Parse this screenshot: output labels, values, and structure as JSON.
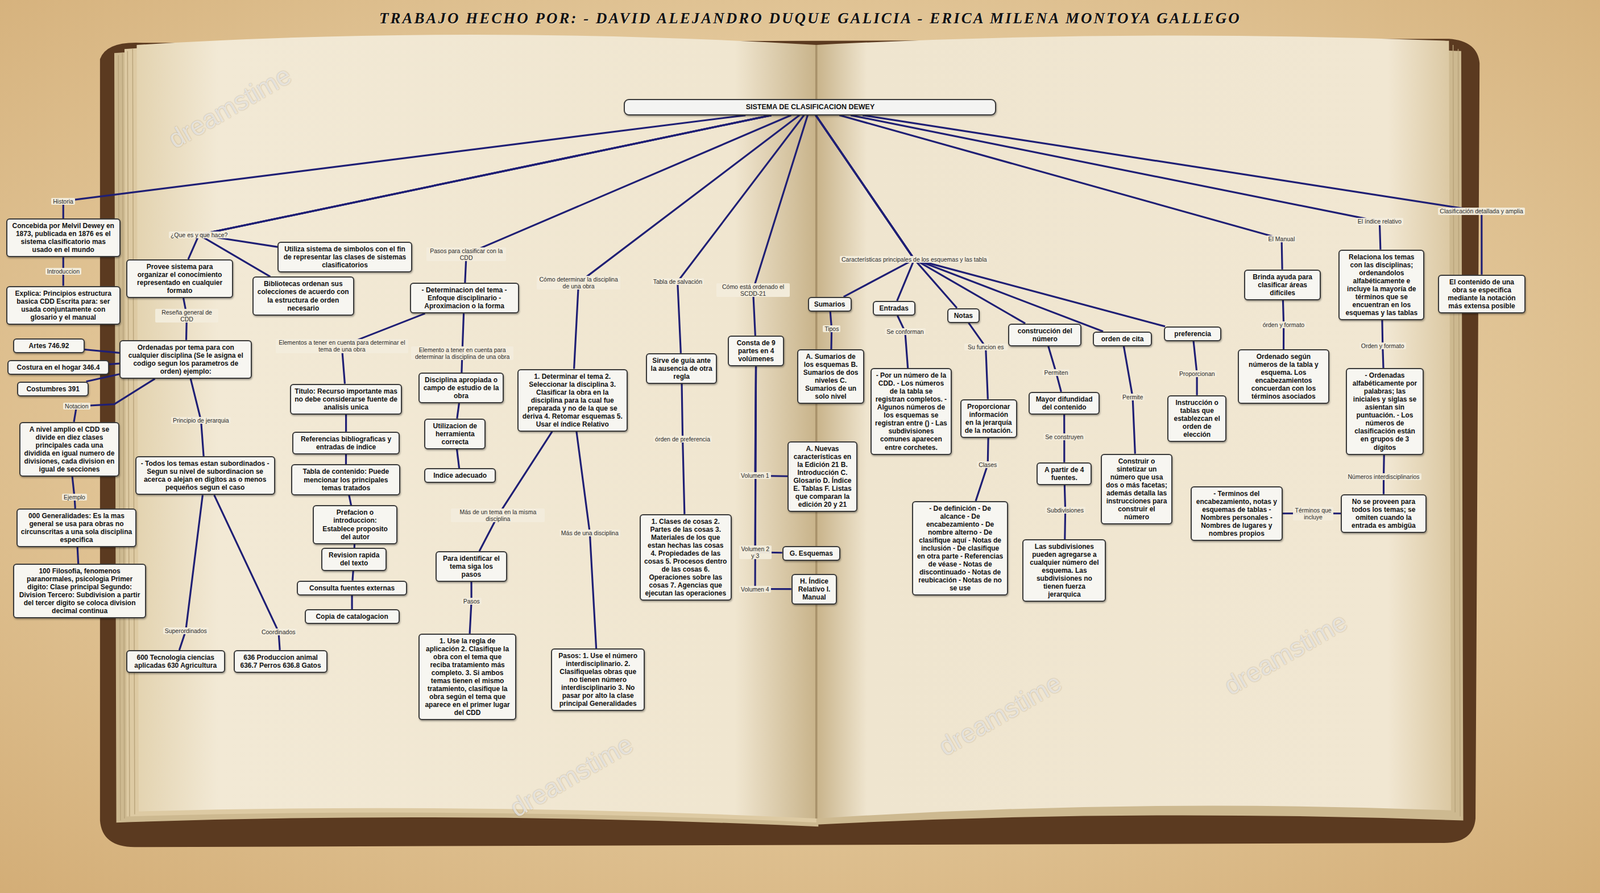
{
  "diagram": {
    "title": "TRABAJO HECHO POR: - DAVID ALEJANDRO DUQUE GALICIA - ERICA MILENA MONTOYA GALLEGO",
    "nodes": [
      {
        "text": [
          "SISTEMA DE CLASIFICACION DEWEY"
        ]
      },
      {
        "text": [
          "Concebida por Melvil Dewey en 1873, publicada en 1876 es el sistema clasificatorio mas usado en el mundo"
        ]
      },
      {
        "text": [
          "Explica: Principios estructura basica CDD Escrita para: ser usada conjuntamente con glosario y el manual"
        ]
      },
      {
        "text": [
          "Provee sistema para organizar el conocimiento representado en cualquier formato"
        ]
      },
      {
        "text": [
          "Utiliza sistema de simbolos con el fin de representar las clases de sistemas clasificatorios"
        ]
      },
      {
        "text": [
          "Bibliotecas ordenan sus colecciones de acuerdo con la estructura de orden necesario"
        ]
      },
      {
        "text": [
          "Artes 746.92"
        ]
      },
      {
        "text": [
          "Ordenadas por tema para con cualquier disciplina (Se le asigna el codigo segun los parametros de orden) ejemplo:"
        ]
      },
      {
        "text": [
          "Costura en el hogar 346.4"
        ]
      },
      {
        "text": [
          "Costumbres 391"
        ]
      },
      {
        "text": [
          "A nivel amplio el CDD se divide en diez clases principales cada una dividida en igual numero de divisiones, cada division en igual de secciones"
        ]
      },
      {
        "text": [
          "- Todos los temas estan subordinados - Segun su nivel de subordinacion se acerca o alejan en digitos as o menos pequeños segun el caso"
        ]
      },
      {
        "text": [
          "000 Generalidades: Es la mas general se usa para obras no circunscritas a una sola disciplina especifica"
        ]
      },
      {
        "text": [
          "100 Filosofia, fenomenos paranormales, psicologia Primer digito: Clase principal Segundo: Division Tercero: Subdivision a partir del tercer digito se coloca division decimal continua"
        ]
      },
      {
        "text": [
          "600 Tecnologia ciencias aplicadas 630 Agricultura"
        ]
      },
      {
        "text": [
          "636 Produccion animal 636.7 Perros 636.8 Gatos"
        ]
      },
      {
        "text": [
          "- Determinacion del tema - Enfoque disciplinario - Aproximacion o la forma"
        ]
      },
      {
        "text": [
          "Titulo: Recurso importante mas no debe considerarse fuente de analisis unica"
        ]
      },
      {
        "text": [
          "Disciplina apropiada o campo de estudio de la obra"
        ]
      },
      {
        "text": [
          "Referencias bibliograficas y entradas de indice"
        ]
      },
      {
        "text": [
          "Utilizacion de herramienta correcta"
        ]
      },
      {
        "text": [
          "Tabla de contenido: Puede mencionar los principales temas tratados"
        ]
      },
      {
        "text": [
          "Indice adecuado"
        ]
      },
      {
        "text": [
          "Prefacion o introduccion: Establece proposito del autor"
        ]
      },
      {
        "text": [
          "Revision rapida del texto"
        ]
      },
      {
        "text": [
          "Consulta fuentes externas"
        ]
      },
      {
        "text": [
          "Copia de catalogacion"
        ]
      },
      {
        "text": [
          "1. Determinar el tema 2. Seleccionar la disciplina 3. Clasificar la obra en la disciplina para la cual fue preparada y no de la que se deriva 4. Retomar esquemas 5. Usar el índice Relativo"
        ]
      },
      {
        "text": [
          "Para identificar el tema siga los pasos"
        ]
      },
      {
        "text": [
          "1. Use la regla de aplicación 2. Clasifique la obra con el tema que reciba tratamiento más completo. 3. Si ambos temas tienen el mismo tratamiento, clasifique la obra según el tema que aparece en el primer lugar del CDD"
        ]
      },
      {
        "text": [
          "Pasos: 1. Use el número interdisciplinario. 2. Clasifiquelas obras que no tienen número interdisciplinario 3. No pasar por alto la clase principal Generalidades"
        ]
      },
      {
        "text": [
          "Sirve de guía ante la ausencia de otra regla"
        ]
      },
      {
        "text": [
          "1. Clases de cosas 2. Partes de las cosas 3. Materiales de los que estan hechas las cosas 4. Propiedades de las cosas 5. Procesos dentro de las cosas 6. Operaciones sobre las cosas 7. Agencias que ejecutan las operaciones"
        ]
      },
      {
        "text": [
          "Consta de 9 partes en 4 volúmenes"
        ]
      },
      {
        "text": [
          "A. Nuevas características en la Edición 21 B. Introducción C. Glosario D. Índice E. Tablas F. Listas que comparan la edición 20 y 21"
        ]
      },
      {
        "text": [
          "G. Esquemas"
        ]
      },
      {
        "text": [
          "H. Índice Relativo I. Manual"
        ]
      },
      {
        "text": [
          "Sumarios"
        ]
      },
      {
        "text": [
          "Entradas"
        ]
      },
      {
        "text": [
          "Notas"
        ]
      },
      {
        "text": [
          "construcción del número"
        ]
      },
      {
        "text": [
          "orden de cita"
        ]
      },
      {
        "text": [
          "preferencia"
        ]
      },
      {
        "text": [
          "A. Sumarios de los esquemas B. Sumarios de dos niveles C. Sumarios de un solo nivel"
        ]
      },
      {
        "text": [
          "- Por un número de la CDD. - Los números de la tabla se registran completos. - Algunos números de los esquemas se registran entre () - Las subdivisiones comunes aparecen entre corchetes."
        ]
      },
      {
        "text": [
          "Proporcionar información en la jerarquía de la notación."
        ]
      },
      {
        "text": [
          "- De definición - De alcance - De encabezamiento - De nombre alterno - De clasifique aquí - Notas de inclusión - De clasifique en otra parte - Referencias de véase - Notas de discontinuado - Notas de reubicación - Notas de no se use"
        ]
      },
      {
        "text": [
          "Mayor difundidad del contenido"
        ]
      },
      {
        "text": [
          "A partir de 4 fuentes."
        ]
      },
      {
        "text": [
          "Las subdivisiones pueden agregarse a cualquier número del esquema. Las subdivisiones no tienen fuerza jerarquica"
        ]
      },
      {
        "text": [
          "Construir o sintetizar un número que usa dos o más facetas; además detalla las instrucciones para construir el número"
        ]
      },
      {
        "text": [
          "Instrucción o tablas que establezcan el orden de elección"
        ]
      },
      {
        "text": [
          "Brinda ayuda para clasificar áreas difíciles"
        ]
      },
      {
        "text": [
          "Ordenado según números de la tabla y esquema. Los encabezamientos concuerdan con los términos asociados"
        ]
      },
      {
        "text": [
          "Relaciona los temas con las disciplinas; ordenandolos alfabéticamente e incluye la mayoría de términos que se encuentran en los esquemas y las tablas"
        ]
      },
      {
        "text": [
          "- Ordenadas alfabéticamente por palabras; las iniciales y siglas se asientan sin puntuación. - Los números de clasificación están en grupos de 3 dígitos"
        ]
      },
      {
        "text": [
          "No se proveen para todos los temas; se omiten cuando la entrada es ambigüa"
        ]
      },
      {
        "text": [
          "- Terminos del encabezamiento, notas y esquemas de tablas -Nombres personales - Nombres de lugares y nombres propios"
        ]
      },
      {
        "text": [
          "El contenido de una obra se especifica mediante la notación más extensa posible"
        ]
      }
    ],
    "edges": [
      {
        "from": 0,
        "to": 1,
        "label": "Historia",
        "arrow": "none"
      },
      {
        "from": 1,
        "to": 2,
        "label": "Introduccion",
        "arrow": "none"
      },
      {
        "from": 0,
        "to": 3,
        "label": "¿Que es y que hace?",
        "arrow": "none"
      },
      {
        "from": 0,
        "to": 4,
        "arrow": "none"
      },
      {
        "from": 0,
        "to": 5,
        "arrow": "none"
      },
      {
        "from": 3,
        "to": 7,
        "label": "Reseña general de CDD",
        "arrow": "none"
      },
      {
        "from": 7,
        "to": 6,
        "arrow": "none"
      },
      {
        "from": 7,
        "to": 8,
        "arrow": "none"
      },
      {
        "from": 7,
        "to": 9,
        "arrow": "none"
      },
      {
        "from": 7,
        "to": 10,
        "label": "Notacion",
        "arrow": "none"
      },
      {
        "from": 10,
        "to": 12,
        "label": "Ejemplo",
        "arrow": "none"
      },
      {
        "from": 12,
        "to": 13,
        "arrow": "none"
      },
      {
        "from": 7,
        "to": 11,
        "label": "Principio de jerarquia",
        "arrow": "none"
      },
      {
        "from": 11,
        "to": 14,
        "label": "Superordinados",
        "arrow": "none"
      },
      {
        "from": 11,
        "to": 15,
        "label": "Coordinados",
        "arrow": "none"
      },
      {
        "from": 0,
        "to": 16,
        "label": "Pasos para clasificar con la CDD",
        "arrow": "none"
      },
      {
        "from": 16,
        "to": 17,
        "label": "Elementos a tener en cuenta para determinar el tema de una obra",
        "arrow": "none"
      },
      {
        "from": 16,
        "to": 18,
        "label": "Elemento a tener en cuenta para determinar la disciplina de una obra",
        "arrow": "none"
      },
      {
        "from": 17,
        "to": 19,
        "arrow": "none"
      },
      {
        "from": 19,
        "to": 21,
        "arrow": "none"
      },
      {
        "from": 21,
        "to": 23,
        "arrow": "none"
      },
      {
        "from": 23,
        "to": 24,
        "arrow": "none"
      },
      {
        "from": 24,
        "to": 25,
        "arrow": "none"
      },
      {
        "from": 25,
        "to": 26,
        "arrow": "none"
      },
      {
        "from": 18,
        "to": 20,
        "arrow": "none"
      },
      {
        "from": 20,
        "to": 22,
        "arrow": "none"
      },
      {
        "from": 0,
        "to": 27,
        "label": "Cómo determinar la disciplina de una obra",
        "arrow": "none"
      },
      {
        "from": 27,
        "to": 28,
        "label": "Más de un tema en la misma disciplina",
        "arrow": "none"
      },
      {
        "from": 28,
        "to": 29,
        "label": "Pasos",
        "arrow": "none"
      },
      {
        "from": 27,
        "to": 30,
        "label": "Más de una disciplina",
        "arrow": "none"
      },
      {
        "from": 0,
        "to": 31,
        "label": "Tabla de salvación",
        "arrow": "none"
      },
      {
        "from": 31,
        "to": 32,
        "label": "órden de preferencia",
        "arrow": "none"
      },
      {
        "from": 0,
        "to": 33,
        "label": "Cómo está ordenado el SCDD-21",
        "arrow": "none"
      },
      {
        "from": 33,
        "to": 34,
        "label": "Volumen 1",
        "arrow": "none"
      },
      {
        "from": 33,
        "to": 35,
        "label": "Volumen 2 y 3",
        "arrow": "none"
      },
      {
        "from": 33,
        "to": 36,
        "label": "Volumen 4",
        "arrow": "none"
      },
      {
        "from": 0,
        "to": 37,
        "label": "Características principales de los esquemas y las tabla",
        "arrow": "none"
      },
      {
        "from": 0,
        "to": 38,
        "arrow": "none"
      },
      {
        "from": 0,
        "to": 39,
        "arrow": "none"
      },
      {
        "from": 0,
        "to": 40,
        "arrow": "none"
      },
      {
        "from": 0,
        "to": 41,
        "arrow": "none"
      },
      {
        "from": 0,
        "to": 42,
        "arrow": "none"
      },
      {
        "from": 37,
        "to": 43,
        "label": "Tipos",
        "arrow": "none"
      },
      {
        "from": 38,
        "to": 44,
        "label": "Se conforman",
        "arrow": "none"
      },
      {
        "from": 39,
        "to": 45,
        "label": "Su funcion es",
        "arrow": "none"
      },
      {
        "from": 45,
        "to": 46,
        "label": "Clases",
        "arrow": "none"
      },
      {
        "from": 40,
        "to": 47,
        "label": "Permiten",
        "arrow": "none"
      },
      {
        "from": 47,
        "to": 48,
        "label": "Se construyen",
        "arrow": "none"
      },
      {
        "from": 48,
        "to": 49,
        "label": "Subdivisiones",
        "arrow": "none"
      },
      {
        "from": 41,
        "to": 50,
        "label": "Permite",
        "arrow": "none"
      },
      {
        "from": 42,
        "to": 51,
        "label": "Proporcionan",
        "arrow": "none"
      },
      {
        "from": 0,
        "to": 52,
        "label": "El Manual",
        "arrow": "none"
      },
      {
        "from": 52,
        "to": 53,
        "label": "órden y formato",
        "arrow": "none"
      },
      {
        "from": 0,
        "to": 54,
        "label": "El índice relativo",
        "arrow": "none"
      },
      {
        "from": 54,
        "to": 55,
        "label": "Orden y formato",
        "arrow": "none"
      },
      {
        "from": 55,
        "to": 56,
        "label": "Números interdisciplinarios",
        "arrow": "none"
      },
      {
        "from": 56,
        "to": 57,
        "label": "Términos que incluye",
        "arrow": "none"
      },
      {
        "from": 0,
        "to": 58,
        "label": "Clasificación detallada y amplia",
        "arrow": "none"
      }
    ],
    "labels": [
      "dreamstime",
      "dreamstime",
      "dreamstime",
      "dreamstime"
    ]
  }
}
